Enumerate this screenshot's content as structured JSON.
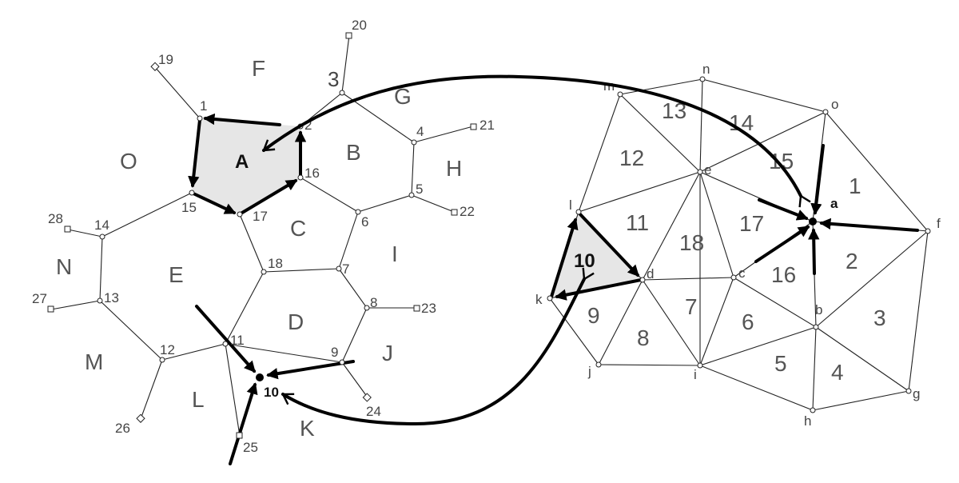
{
  "left_graph": {
    "vertex_labels": [
      "1",
      "2",
      "3",
      "4",
      "5",
      "6",
      "7",
      "8",
      "9",
      "10",
      "11",
      "12",
      "13",
      "14",
      "15",
      "16",
      "17",
      "18"
    ],
    "hanging_labels": [
      "19",
      "20",
      "21",
      "22",
      "23",
      "24",
      "25",
      "26",
      "27",
      "28"
    ],
    "face_labels": [
      "A",
      "B",
      "C",
      "D",
      "E",
      "F",
      "G",
      "H",
      "I",
      "J",
      "K",
      "L",
      "M",
      "N",
      "O"
    ],
    "highlighted_face": "A",
    "target_vertex": "10"
  },
  "right_graph": {
    "vertex_labels": [
      "a",
      "b",
      "c",
      "d",
      "e",
      "f",
      "g",
      "h",
      "i",
      "j",
      "k",
      "l",
      "m",
      "n",
      "o"
    ],
    "face_labels": [
      "1",
      "2",
      "3",
      "4",
      "5",
      "6",
      "7",
      "8",
      "9",
      "10",
      "11",
      "12",
      "13",
      "14",
      "15",
      "16",
      "17",
      "18"
    ],
    "highlighted_face": "10",
    "target_vertex": "a"
  },
  "colors": {
    "highlight_fill": "#e6e6e6",
    "edge": "#222222",
    "arrow": "#000000",
    "label": "#555555"
  }
}
